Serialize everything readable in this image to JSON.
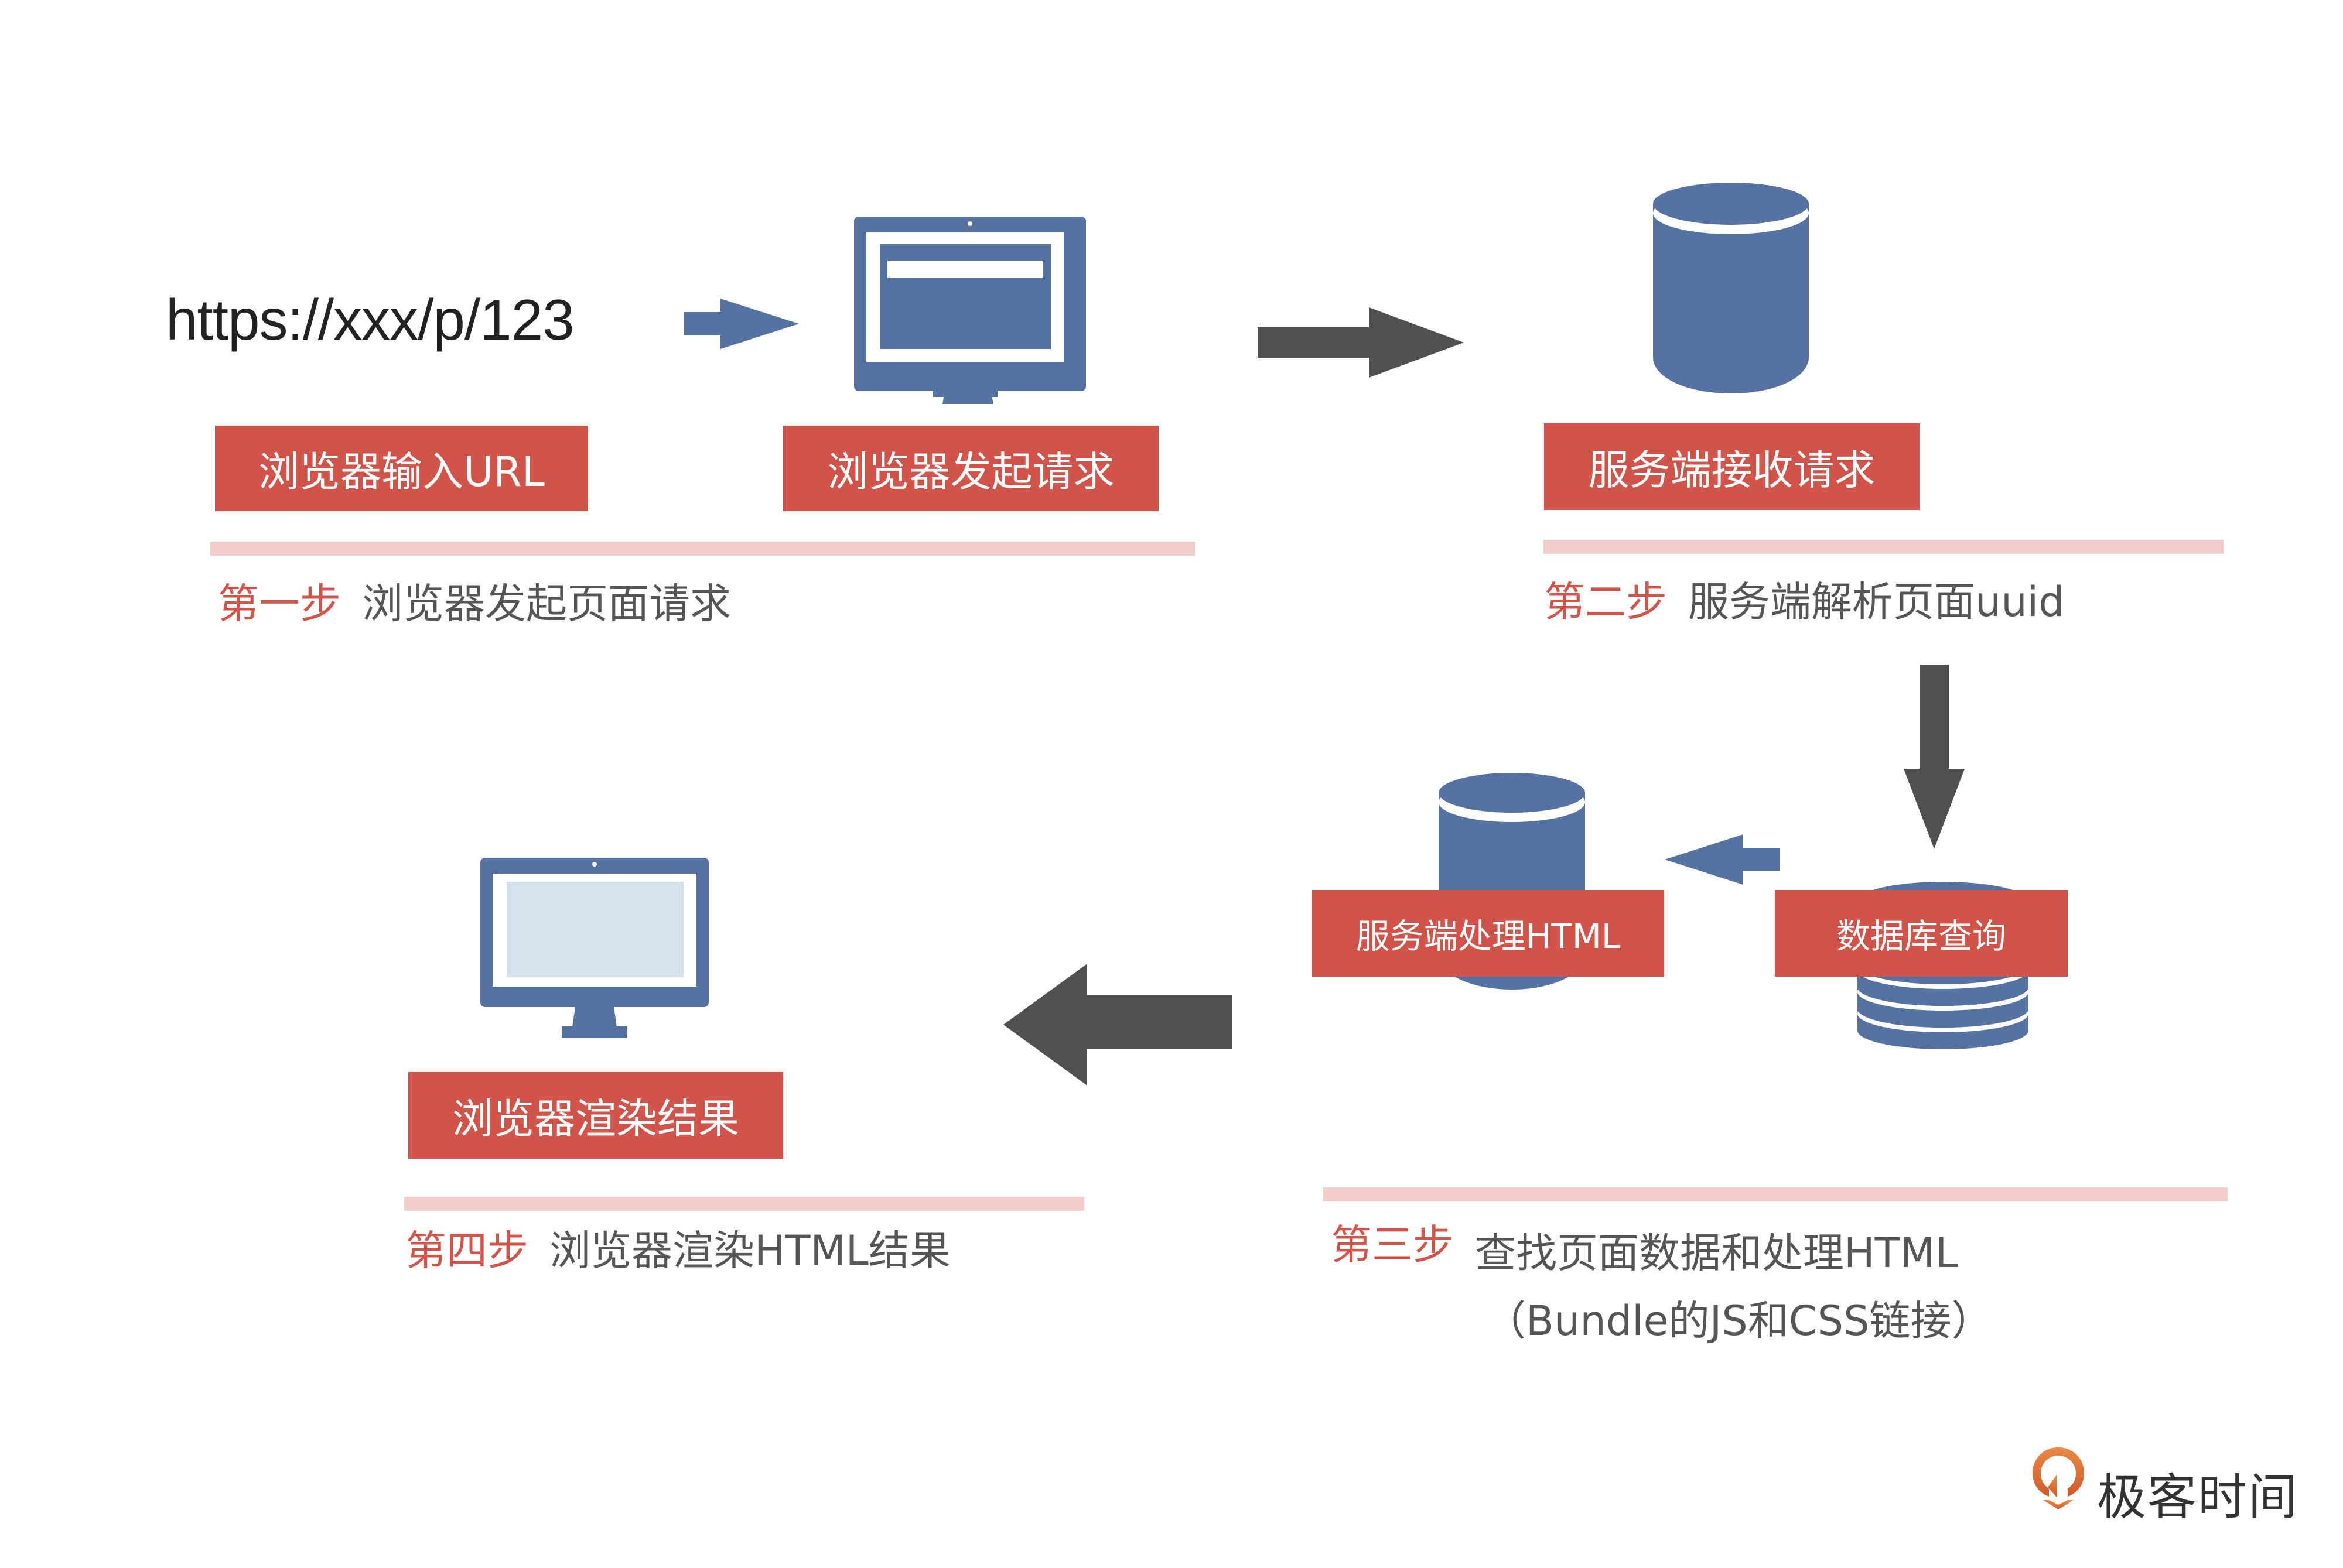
{
  "colors": {
    "icon_blue": "#5572a3",
    "label_red": "#d1544a",
    "bar_pink": "#f2cdca",
    "arrow_dark": "#505050",
    "screen_light": "#d4e3ec",
    "text_gray": "#555555",
    "logo_orange": "#e07a3a"
  },
  "url_text": "https://xxx/p/123",
  "steps": [
    {
      "number": "第一步",
      "title": "浏览器发起页面请求",
      "labels": [
        "浏览器输入URL",
        "浏览器发起请求"
      ],
      "icons": [
        "browser-monitor-icon"
      ]
    },
    {
      "number": "第二步",
      "title": "服务端解析页面uuid",
      "labels": [
        "服务端接收请求"
      ],
      "icons": [
        "server-database-icon"
      ]
    },
    {
      "number": "第三步",
      "title": "查找页面数据和处理HTML",
      "subtitle": "（Bundle的JS和CSS链接）",
      "labels": [
        "服务端处理HTML",
        "数据库查询"
      ],
      "icons": [
        "server-database-icon",
        "stacked-database-icon"
      ]
    },
    {
      "number": "第四步",
      "title": "浏览器渲染HTML结果",
      "labels": [
        "浏览器渲染结果"
      ],
      "icons": [
        "rendered-monitor-icon"
      ]
    }
  ],
  "flow": [
    {
      "from": "url",
      "to": "browser",
      "style": "blue-arrow-right"
    },
    {
      "from": "browser",
      "to": "server",
      "style": "dark-arrow-right"
    },
    {
      "from": "server",
      "to": "database",
      "style": "dark-arrow-down"
    },
    {
      "from": "database",
      "to": "server-html",
      "style": "blue-arrow-left"
    },
    {
      "from": "server-html",
      "to": "render",
      "style": "dark-arrow-left"
    }
  ],
  "logo": {
    "text": "极客时间",
    "icon": "geektime-logo-icon"
  }
}
